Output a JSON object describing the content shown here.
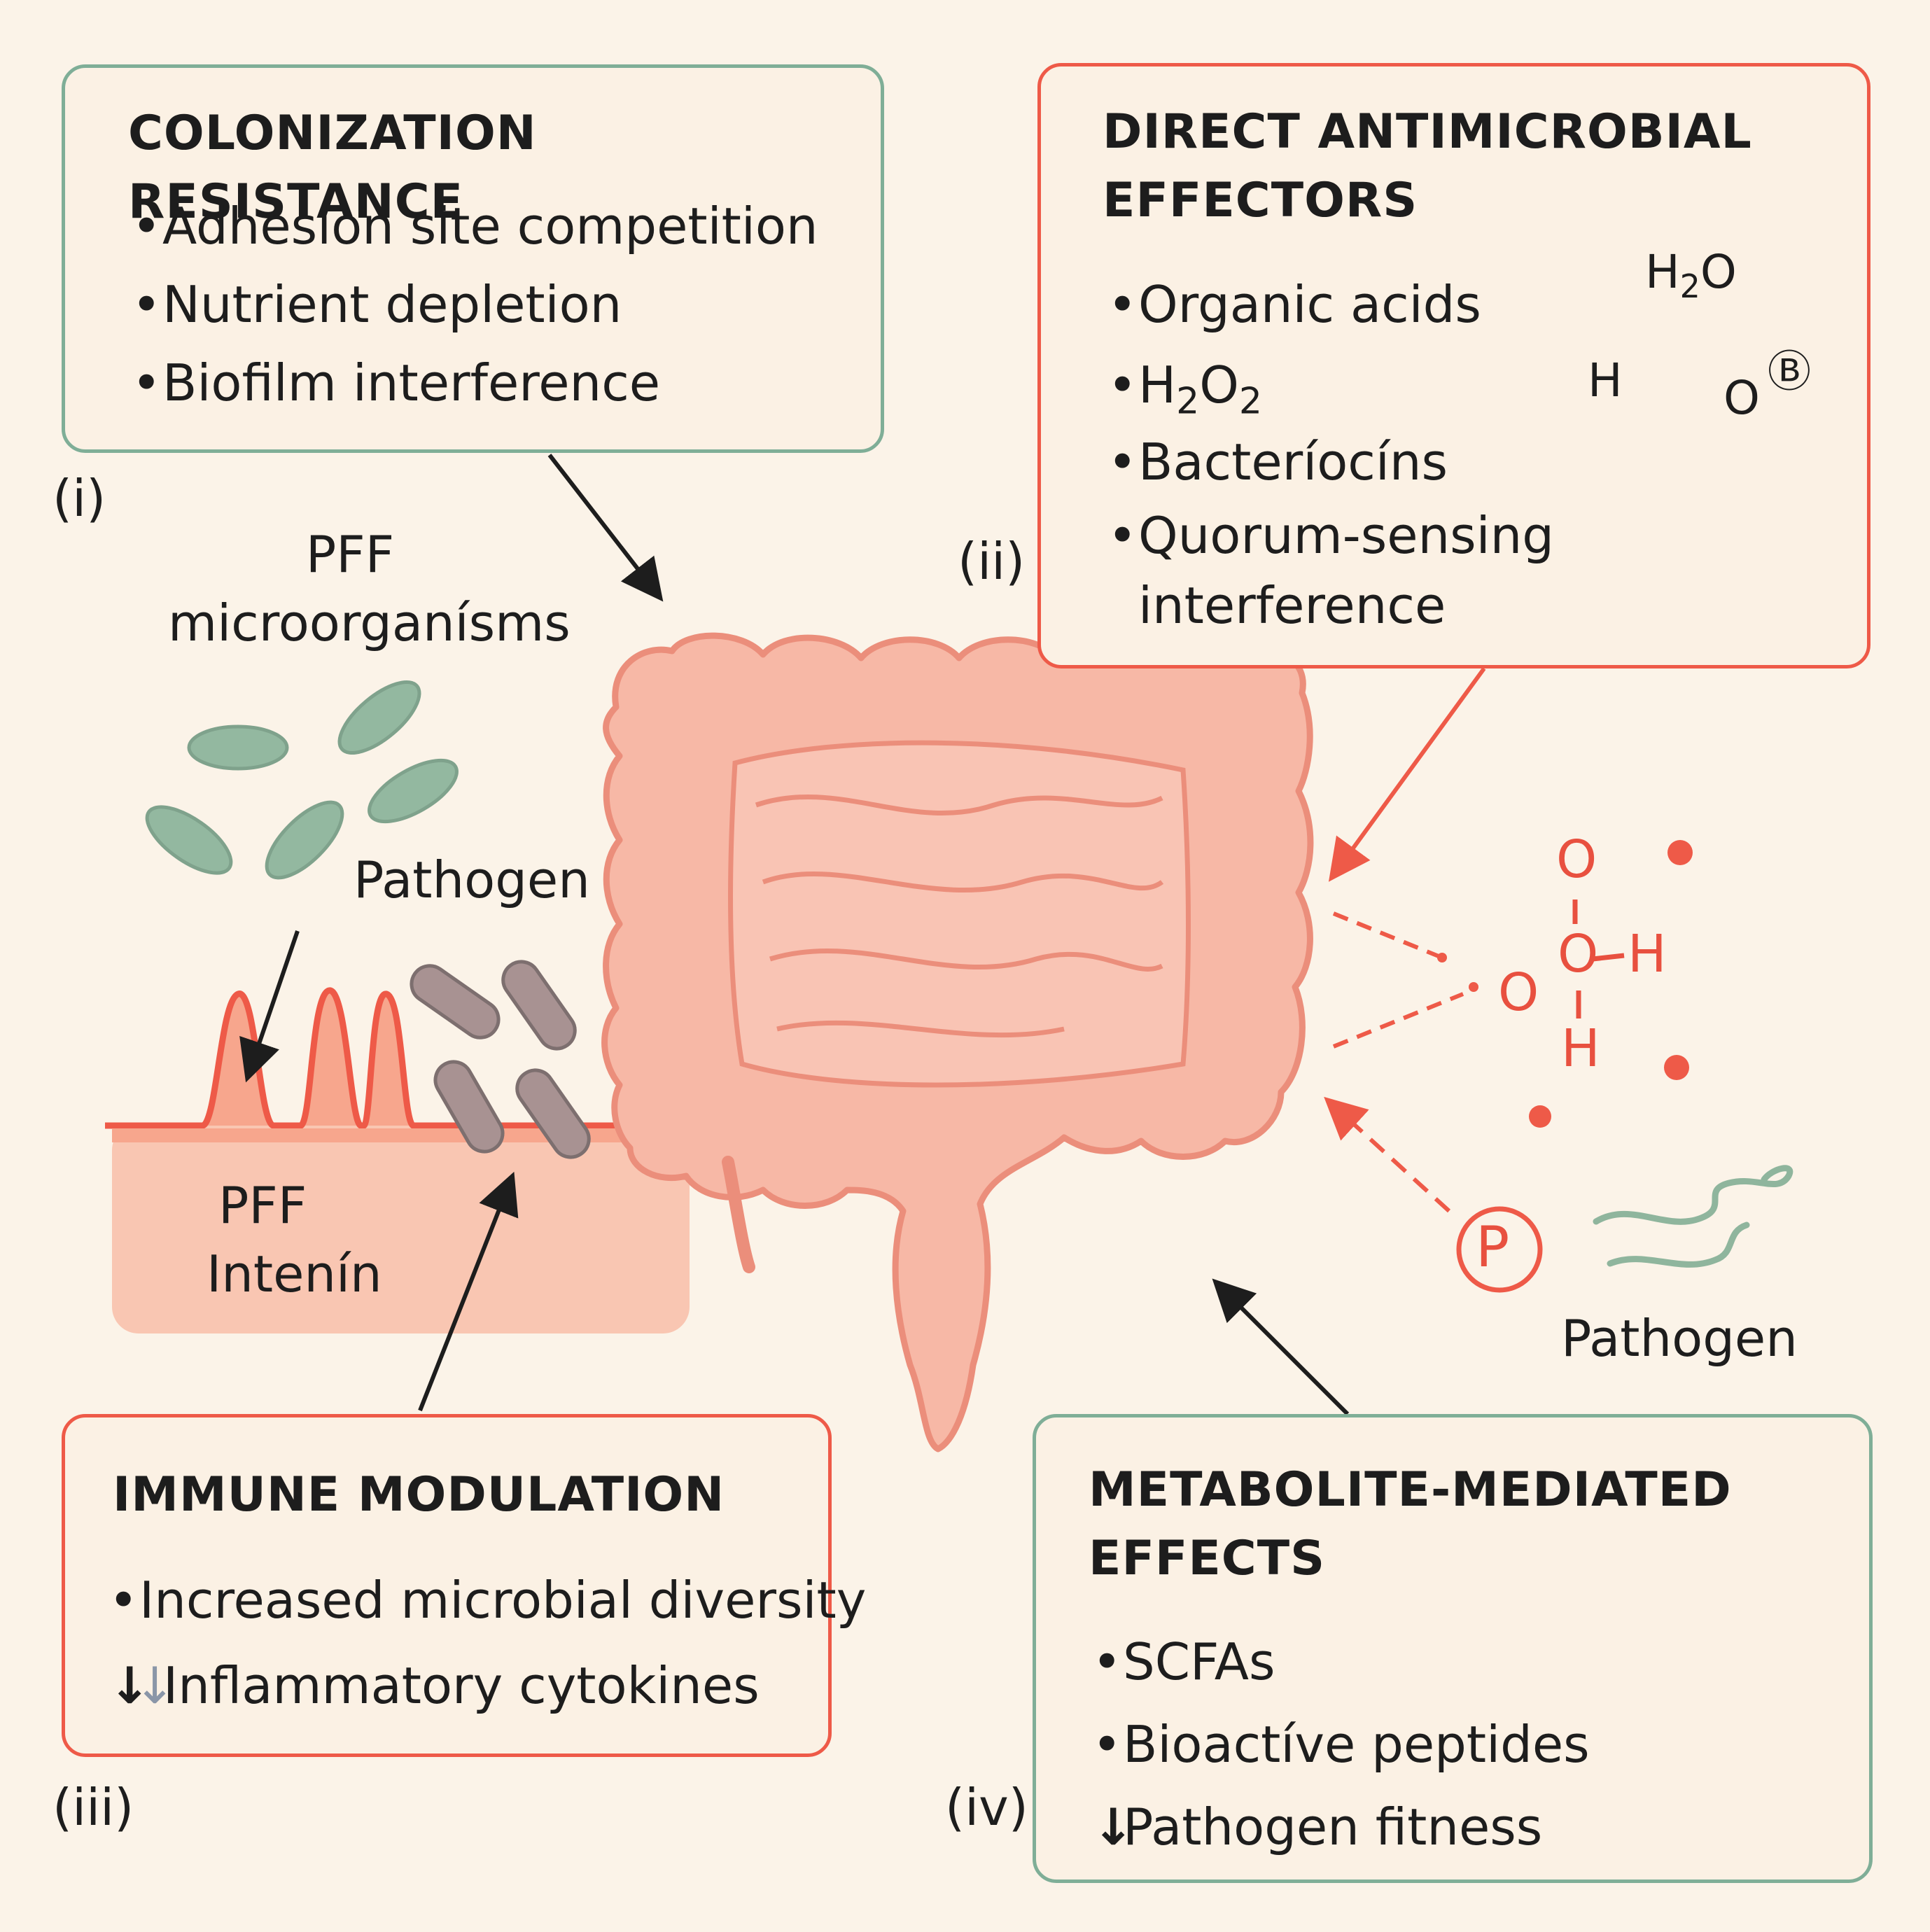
{
  "colors": {
    "green": "#7fae97",
    "red": "#ee5a48",
    "gut": "#f7b8a6",
    "gut_outline": "#eb8e7b",
    "background": "#fbf3e8"
  },
  "panels": {
    "colonization": {
      "marker": "(i)",
      "title": "COLONIZATION RESISTANCE",
      "items": [
        {
          "mark": "•",
          "text": "Adhesion site competition"
        },
        {
          "mark": "•",
          "text": "Nutrient depletion"
        },
        {
          "mark": "•",
          "text": "Biofilm interference"
        }
      ]
    },
    "antimicrobial": {
      "marker": "(ii)",
      "title_line1": "DIRECT ANTIMICROBIAL",
      "title_line2": "EFFECTORS",
      "items": [
        {
          "mark": "•",
          "text": "Organic acids"
        },
        {
          "mark": "•",
          "text": "H2O2",
          "text_pre": "H",
          "sub1": "2",
          "text_mid": "O",
          "sub2": "2"
        },
        {
          "mark": "•",
          "text": "Bacteríocíns"
        },
        {
          "mark": "•",
          "text": "Quorum-sensing"
        },
        {
          "mark": "",
          "text": "interference"
        }
      ],
      "molecule": {
        "h2o_h": "H",
        "h2o_sub": "2",
        "h2o_o": "O",
        "h": "H",
        "o": "O",
        "circled": "Ⓑ"
      }
    },
    "immune": {
      "marker": "(iii)",
      "title": "IMMUNE MODULATION",
      "items": [
        {
          "mark": "•",
          "text": "Increased microbial diversity"
        },
        {
          "mark": "↓",
          "mark2": "↓",
          "text": "Inflammatory cytokines"
        }
      ]
    },
    "metabolite": {
      "marker": "(iv)",
      "title_line1": "METABOLITE-MEDIATED",
      "title_line2": "EFFECTS",
      "items": [
        {
          "mark": "•",
          "text": "SCFAs"
        },
        {
          "mark": "•",
          "text": "Bioactíve peptides"
        },
        {
          "mark": "↓",
          "text": "Pathogen fitness"
        }
      ]
    }
  },
  "labels": {
    "pff_micro_line1": "PFF",
    "pff_micro_line2": "microorganísms",
    "pathogen_left": "Pathogen",
    "pff_intestine_line1": "PFF",
    "pff_intestine_line2": "Intenín",
    "pathogen_right": "Pathogen",
    "pathogen_badge": "P"
  },
  "peroxide": {
    "o_top": "O",
    "o_left": "O",
    "o_center": "O",
    "h_right": "H",
    "h_bottom": "H"
  }
}
